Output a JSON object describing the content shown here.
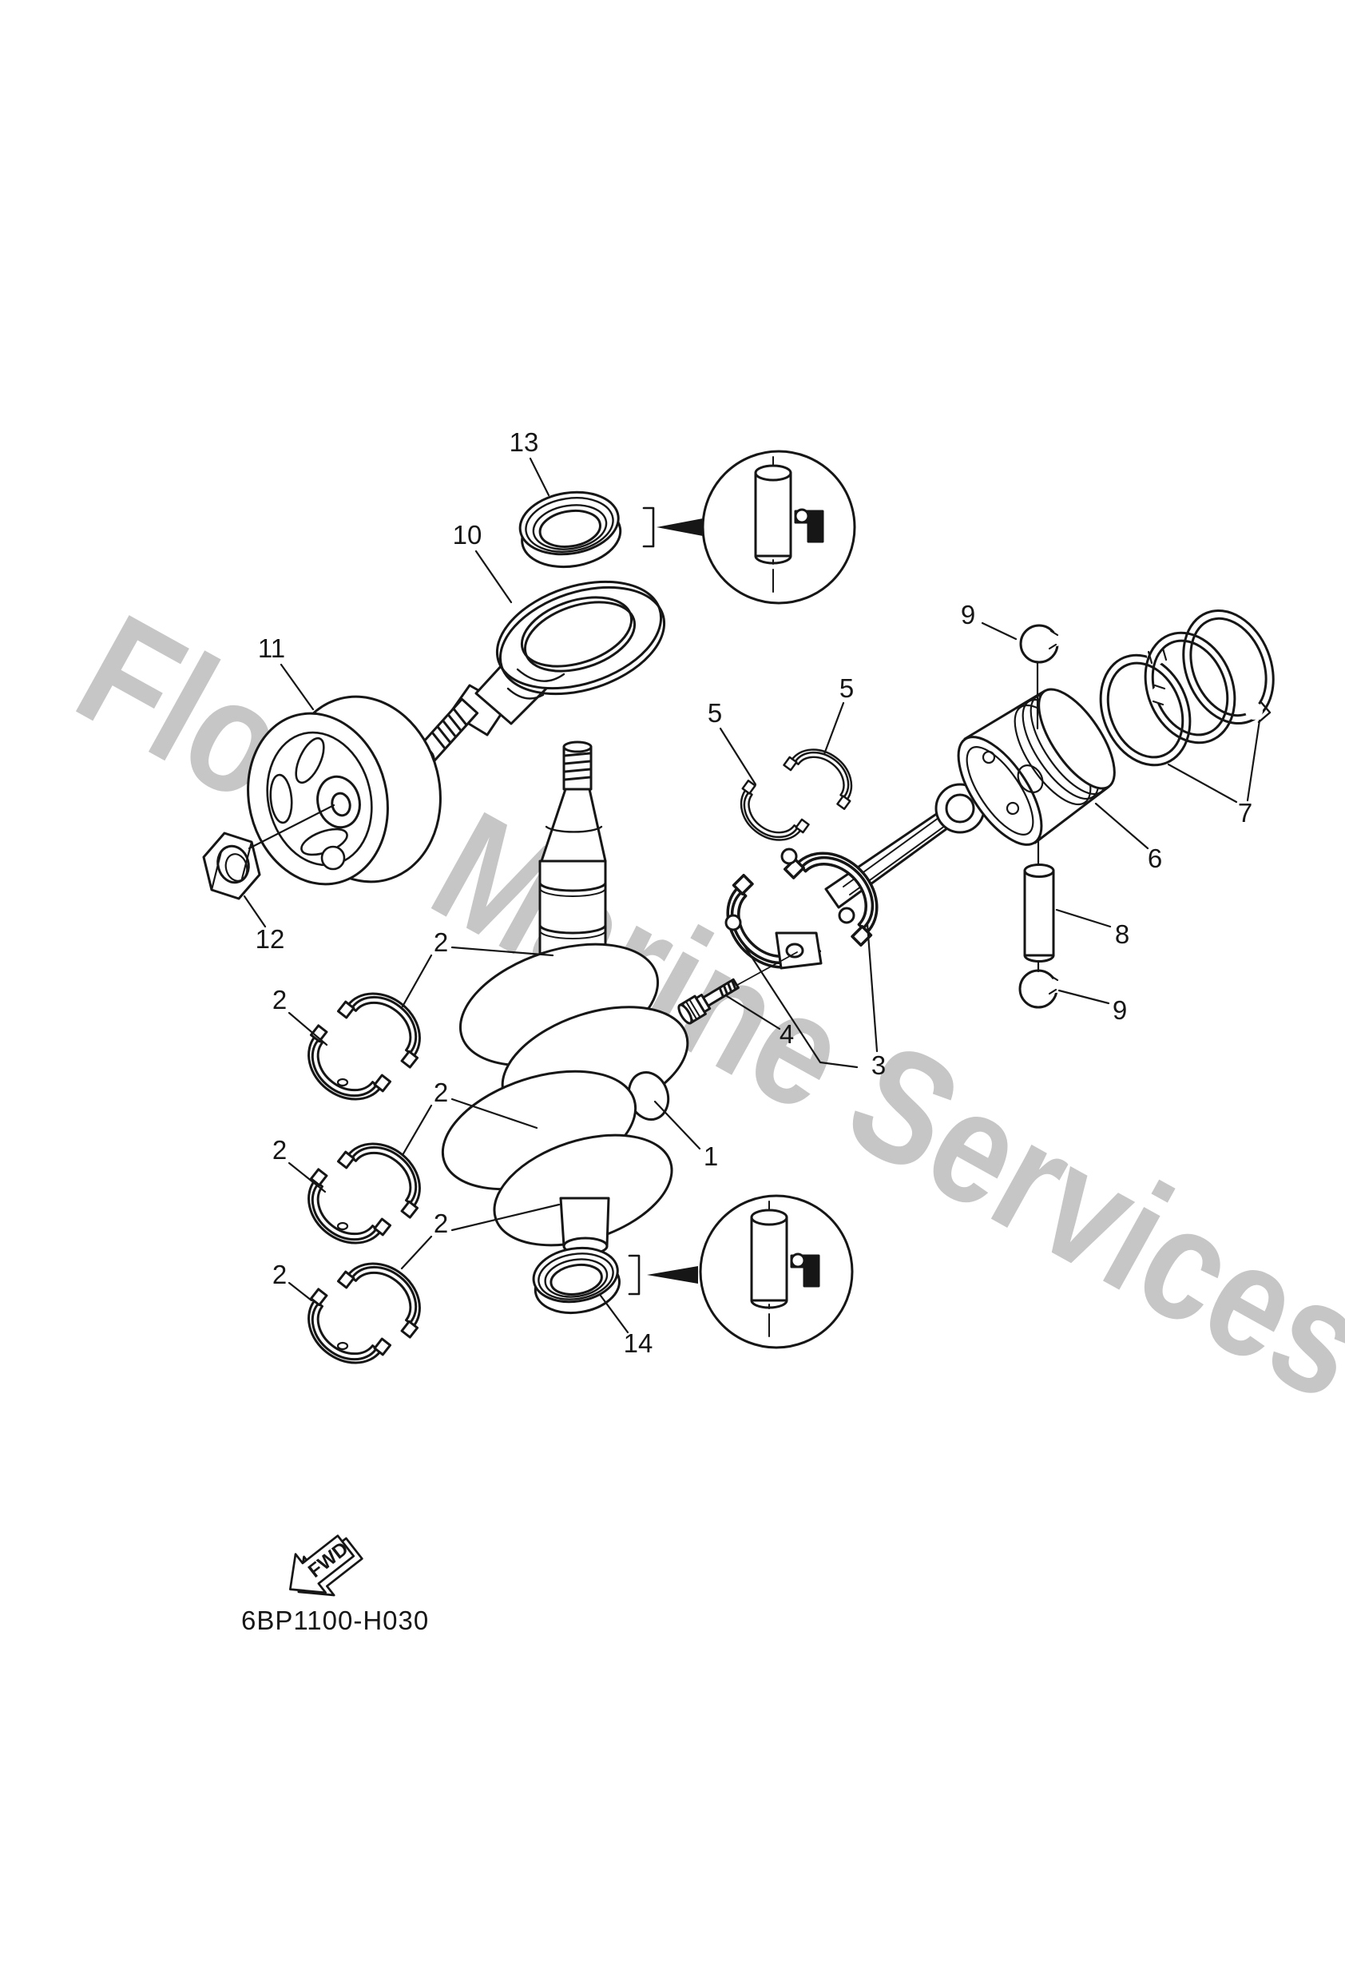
{
  "watermark": {
    "text": "Flood Marine Services",
    "color": "#c6c6c6"
  },
  "footer": {
    "diagram_code": "6BP1100-H030",
    "fwd_label": "FWD"
  },
  "style": {
    "line_color": "#161616",
    "background": "#ffffff"
  },
  "callouts": [
    {
      "text": "13"
    },
    {
      "text": "10"
    },
    {
      "text": "11"
    },
    {
      "text": "12"
    },
    {
      "text": "9"
    },
    {
      "text": "5"
    },
    {
      "text": "5"
    },
    {
      "text": "7"
    },
    {
      "text": "6"
    },
    {
      "text": "8"
    },
    {
      "text": "9"
    },
    {
      "text": "4"
    },
    {
      "text": "3"
    },
    {
      "text": "1"
    },
    {
      "text": "2"
    },
    {
      "text": "2"
    },
    {
      "text": "2"
    },
    {
      "text": "2"
    },
    {
      "text": "2"
    },
    {
      "text": "2"
    },
    {
      "text": "14"
    }
  ]
}
